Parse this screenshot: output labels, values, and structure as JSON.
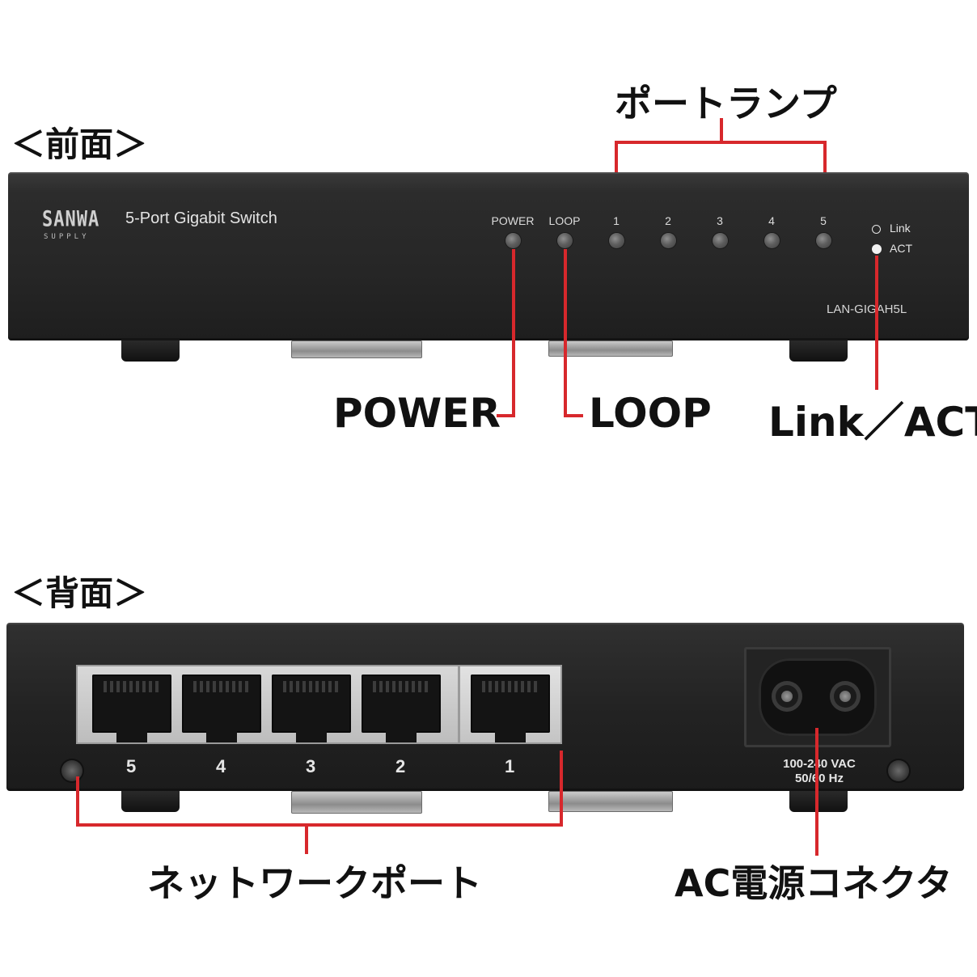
{
  "front": {
    "section_title": "＜前面＞",
    "brand_logo": "SANWA",
    "brand_logo_sub": "SUPPLY",
    "product_name": "5-Port Gigabit Switch",
    "led_labels": {
      "power": "POWER",
      "loop": "LOOP",
      "port1": "1",
      "port2": "2",
      "port3": "3",
      "port4": "4",
      "port5": "5"
    },
    "legend": {
      "link": "Link",
      "act": "ACT"
    },
    "model": "LAN-GIGAH5L",
    "callouts": {
      "port_lamp": "ポートランプ",
      "power": "POWER",
      "loop": "LOOP",
      "link_act": "Link／ACT"
    }
  },
  "back": {
    "section_title": "＜背面＞",
    "port_numbers": [
      "5",
      "4",
      "3",
      "2",
      "1"
    ],
    "ac_rating_line1": "100-240 VAC",
    "ac_rating_line2": "50/60 Hz",
    "callouts": {
      "network_port": "ネットワークポート",
      "ac_connector": "AC電源コネクタ"
    }
  },
  "colors": {
    "callout_line": "#d7282c",
    "panel": "#262626"
  }
}
